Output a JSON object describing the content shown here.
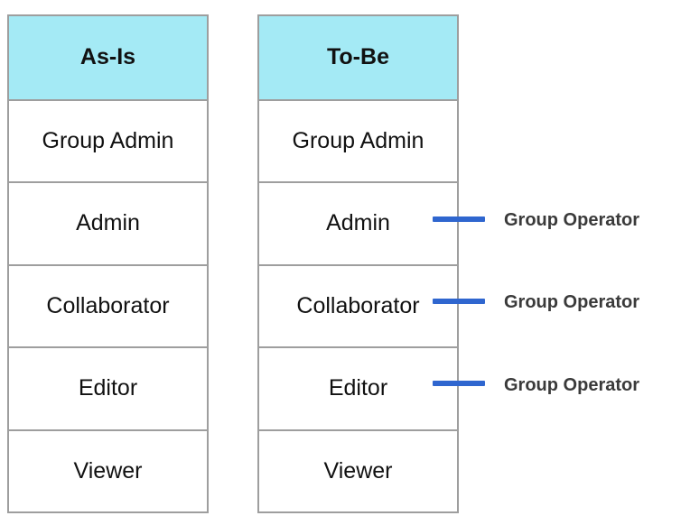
{
  "as_is": {
    "header": "As-Is",
    "rows": [
      "Group Admin",
      "Admin",
      "Collaborator",
      "Editor",
      "Viewer"
    ]
  },
  "to_be": {
    "header": "To-Be",
    "rows": [
      "Group Admin",
      "Admin",
      "Collaborator",
      "Editor",
      "Viewer"
    ]
  },
  "operators": [
    {
      "attached_to": "Admin",
      "label": "Group Operator"
    },
    {
      "attached_to": "Collaborator",
      "label": "Group Operator"
    },
    {
      "attached_to": "Editor",
      "label": "Group Operator"
    }
  ],
  "colors": {
    "header_bg": "#a4eaf5",
    "connector": "#2f66cf",
    "border": "#9e9e9e"
  }
}
